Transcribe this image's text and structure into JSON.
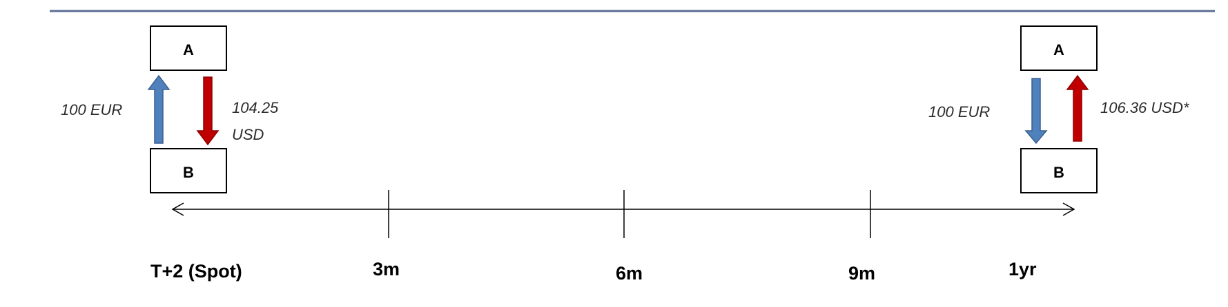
{
  "colors": {
    "top_rule": "#5b6d96",
    "eur_arrow": "#4f81bd",
    "usd_arrow": "#c00000",
    "axis": "#000000"
  },
  "spot": {
    "top_box_label": "A",
    "bottom_box_label": "B",
    "eur_amount": "100 EUR",
    "usd_amount_line1": "104.25",
    "usd_amount_line2": "USD",
    "eur_direction": "B to A",
    "usd_direction": "A to B"
  },
  "maturity": {
    "top_box_label": "A",
    "bottom_box_label": "B",
    "eur_amount": "100 EUR",
    "usd_amount": "106.36 USD*",
    "eur_direction": "A to B",
    "usd_direction": "B to A"
  },
  "timeline": {
    "labels": [
      "T+2 (Spot)",
      "3m",
      "6m",
      "9m",
      "1yr"
    ]
  }
}
